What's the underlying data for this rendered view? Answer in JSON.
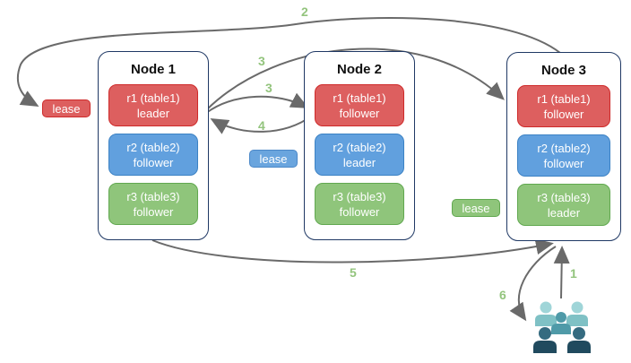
{
  "nodes": [
    {
      "title": "Node 1",
      "replicas": [
        {
          "name": "r1 (table1)",
          "role": "leader",
          "color": "red"
        },
        {
          "name": "r2 (table2)",
          "role": "follower",
          "color": "blue"
        },
        {
          "name": "r3 (table3)",
          "role": "follower",
          "color": "green"
        }
      ]
    },
    {
      "title": "Node 2",
      "replicas": [
        {
          "name": "r1 (table1)",
          "role": "follower",
          "color": "red"
        },
        {
          "name": "r2 (table2)",
          "role": "leader",
          "color": "blue"
        },
        {
          "name": "r3 (table3)",
          "role": "follower",
          "color": "green"
        }
      ]
    },
    {
      "title": "Node 3",
      "replicas": [
        {
          "name": "r1 (table1)",
          "role": "follower",
          "color": "red"
        },
        {
          "name": "r2 (table2)",
          "role": "follower",
          "color": "blue"
        },
        {
          "name": "r3 (table3)",
          "role": "leader",
          "color": "green"
        }
      ]
    }
  ],
  "leases": [
    {
      "label": "lease",
      "color": "red"
    },
    {
      "label": "lease",
      "color": "blue"
    },
    {
      "label": "lease",
      "color": "green"
    }
  ],
  "steps": {
    "s1": "1",
    "s2": "2",
    "s3a": "3",
    "s3b": "3",
    "s4": "4",
    "s5": "5",
    "s6": "6"
  },
  "icons": {
    "users": "users-group-icon"
  },
  "colors": {
    "replica_red_fill": "#dd5f5f",
    "replica_red_border": "#ce2a2a",
    "replica_blue_fill": "#61a0de",
    "replica_blue_border": "#3c82c4",
    "replica_green_fill": "#8fc57b",
    "replica_green_border": "#61a850",
    "node_border": "#1f3864",
    "arrow": "#6a6a6a",
    "step_label": "#93c47d",
    "users_light": "#9fd5d8",
    "users_medium": "#4f9aa8",
    "users_dark": "#204a5e"
  }
}
